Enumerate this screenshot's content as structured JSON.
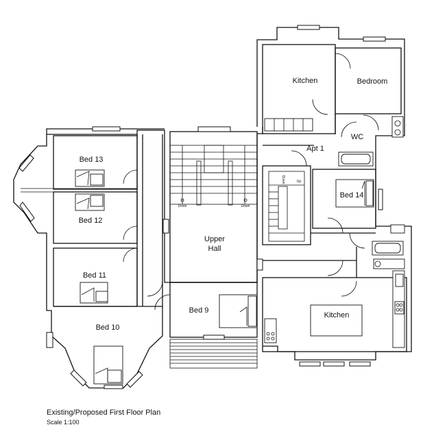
{
  "rooms": {
    "kitchen_top": "Kitchen",
    "bedroom": "Bedroom",
    "wc": "WC",
    "apt1": "Apt 1",
    "bed13": "Bed 13",
    "bed12": "Bed 12",
    "bed11": "Bed 11",
    "bed10": "Bed 10",
    "bed9": "Bed 9",
    "bed14": "Bed 14",
    "upper_hall_line1": "Upper",
    "upper_hall_line2": "Hall",
    "kitchen_bottom": "Kitchen"
  },
  "stair_marks": {
    "down_left": "Down",
    "down_right": "Down",
    "down_small": "Down",
    "up_small": "Up"
  },
  "caption": {
    "title": "Existing/Proposed First Floor Plan",
    "scale": "Scale 1:100"
  }
}
